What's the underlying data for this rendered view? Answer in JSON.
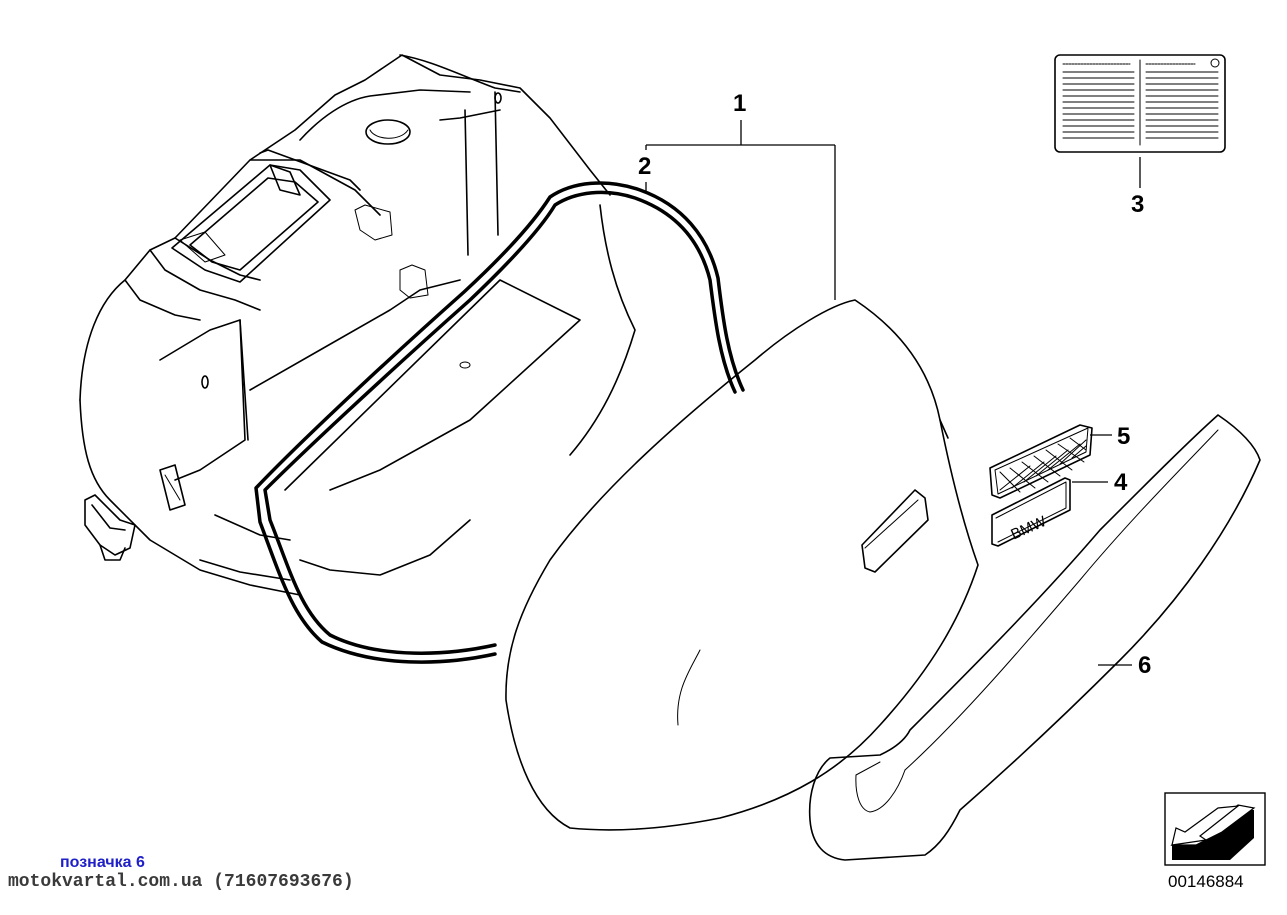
{
  "diagram": {
    "callouts": [
      {
        "id": "1",
        "label": "1"
      },
      {
        "id": "2",
        "label": "2"
      },
      {
        "id": "3",
        "label": "3"
      },
      {
        "id": "4",
        "label": "4"
      },
      {
        "id": "5",
        "label": "5"
      },
      {
        "id": "6",
        "label": "6"
      }
    ],
    "emblem_text": "BMW",
    "diagram_number": "00146884"
  },
  "overlay": {
    "marker_text": "позначка 6",
    "source_text": "motokvartal.com.ua (71607693676)"
  },
  "colors": {
    "marker": "#2020c8",
    "source": "#3a3a3a",
    "line": "#000000"
  }
}
